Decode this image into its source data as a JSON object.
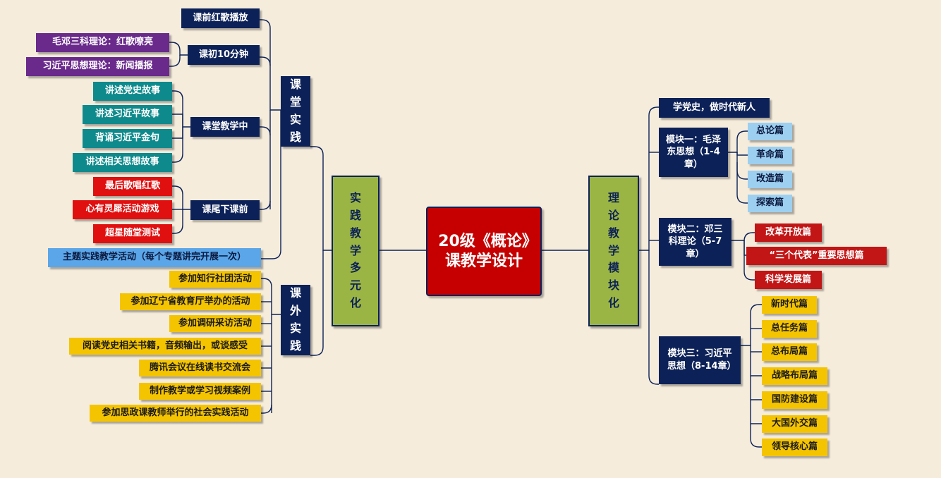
{
  "center": "20级《概论》课教学设计",
  "left_main": "实践教学多元化",
  "right_main": "理论教学模块化",
  "left": {
    "classroom": {
      "title": "课堂实践",
      "before_class": "课前红歌播放",
      "first10": {
        "label": "课初10分钟",
        "items": [
          "毛邓三科理论：红歌嘹亮",
          "习近平思想理论：新闻播报"
        ]
      },
      "during": {
        "label": "课堂教学中",
        "items": [
          "讲述党史故事",
          "讲述习近平故事",
          "背诵习近平金句",
          "讲述相关思想故事"
        ]
      },
      "end": {
        "label": "课尾下课前",
        "items": [
          "最后歌唱红歌",
          "心有灵犀活动游戏",
          "超星随堂测试"
        ]
      },
      "theme_activity": "主题实践教学活动（每个专题讲完开展一次）"
    },
    "extracurricular": {
      "title": "课外实践",
      "items": [
        "参加知行社团活动",
        "参加辽宁省教育厅举办的活动",
        "参加调研采访活动",
        "阅读党史相关书籍，音频输出，或谈感受",
        "腾讯会议在线读书交流会",
        "制作教学或学习视频案例",
        "参加思政课教师举行的社会实践活动"
      ]
    }
  },
  "right": {
    "party_history": "学党史，做时代新人",
    "module1": {
      "label": "模块一：毛泽东思想（1-4章）",
      "items": [
        "总论篇",
        "革命篇",
        "改造篇",
        "探索篇"
      ]
    },
    "module2": {
      "label": "模块二：邓三科理论（5-7章）",
      "items": [
        "改革开放篇",
        "“三个代表”重要思想篇",
        "科学发展篇"
      ]
    },
    "module3": {
      "label": "模块三：习近平思想（8-14章）",
      "items": [
        "新时代篇",
        "总任务篇",
        "总布局篇",
        "战略布局篇",
        "国防建设篇",
        "大国外交篇",
        "领导核心篇"
      ]
    }
  },
  "colors": {
    "connector": "#0c2157",
    "center_fill": "#c60000",
    "main_branch_fill": "#9bb544",
    "navy": "#0c2157",
    "purple": "#6a2a8c",
    "teal": "#0f8a8c",
    "red": "#e01010",
    "yellow": "#f5c400",
    "light_blue": "#9dcff0"
  }
}
